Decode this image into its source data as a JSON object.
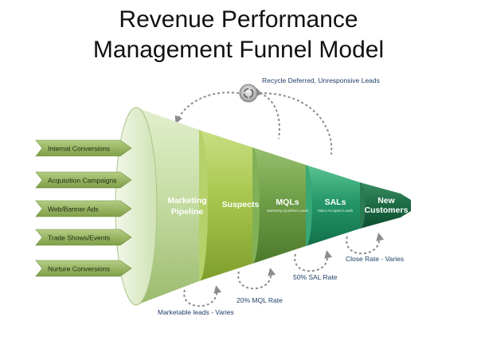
{
  "title": {
    "line1": "Revenue Performance",
    "line2": "Management Funnel Model"
  },
  "recycle_label": "Recycle Deferred, Unresponsive Leads",
  "sources": [
    "Internal Conversions",
    "Acquisition Campaigns",
    "Web/Banner Ads",
    "Trade Shows/Events",
    "Nurture Conversions"
  ],
  "stages": {
    "pipeline": {
      "line1": "Marketing",
      "line2": "Pipeline"
    },
    "suspects": {
      "line1": "Suspects"
    },
    "mqls": {
      "line1": "MQLs",
      "sub": "Marketing Qualified Leads"
    },
    "sals": {
      "line1": "SALs",
      "sub": "Sales Accepted Leads"
    },
    "customers": {
      "line1": "New",
      "line2": "Customers"
    }
  },
  "rates": {
    "marketable": "Marketable leads - Varies",
    "mql": "20% MQL Rate",
    "sal": "50% SAL Rate",
    "close": "Close Rate - Varies"
  },
  "colors": {
    "source_arrow": "#93b25a",
    "pipeline": "#c7dea6",
    "suspects": "#a9c84f",
    "mqls": "#72a14b",
    "sals": "#2a9a6a",
    "customers": "#1c6a44",
    "caption": "#1f3f66"
  }
}
